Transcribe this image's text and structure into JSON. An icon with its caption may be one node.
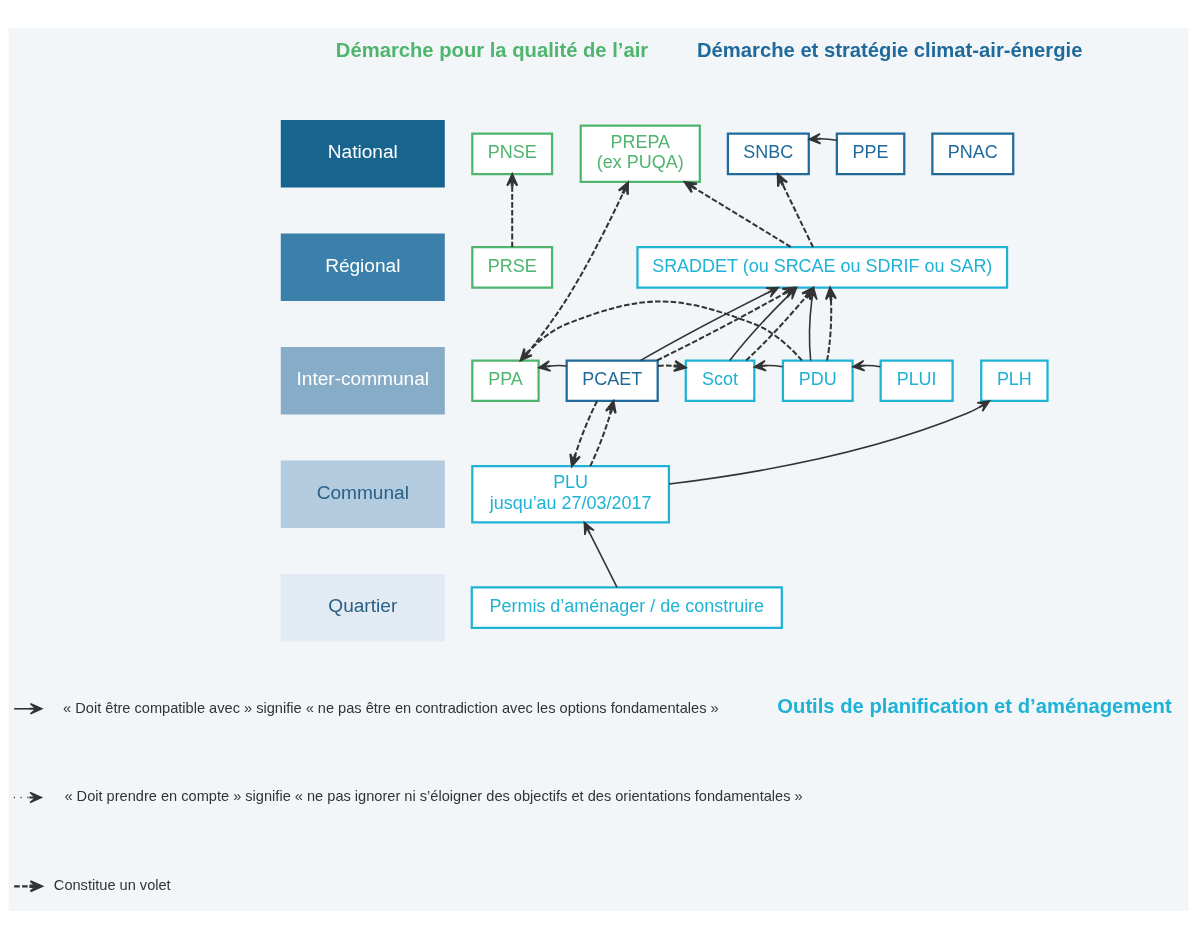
{
  "diagram": {
    "nodes": [
      {
        "text": [
          "National"
        ]
      },
      {
        "text": [
          "Régional"
        ]
      },
      {
        "text": [
          "Inter-communal"
        ]
      },
      {
        "text": [
          "Communal"
        ]
      },
      {
        "text": [
          "Quartier"
        ]
      },
      {
        "text": [
          "PNSE"
        ]
      },
      {
        "text": [
          "PREPA",
          "(ex PUQA)"
        ]
      },
      {
        "text": [
          "SNBC"
        ]
      },
      {
        "text": [
          "PPE"
        ]
      },
      {
        "text": [
          "PNAC"
        ]
      },
      {
        "text": [
          "PRSE"
        ]
      },
      {
        "text": [
          "SRADDET (ou SRCAE ou SDRIF ou SAR)"
        ]
      },
      {
        "text": [
          "PPA"
        ]
      },
      {
        "text": [
          "PCAET"
        ]
      },
      {
        "text": [
          "Scot"
        ]
      },
      {
        "text": [
          "PDU"
        ]
      },
      {
        "text": [
          "PLUI"
        ]
      },
      {
        "text": [
          "PLH"
        ]
      },
      {
        "text": [
          "PLU",
          "jusqu’au 27/03/2017"
        ]
      },
      {
        "text": [
          "Permis d’aménager / de construire"
        ]
      }
    ],
    "edges": [
      {
        "from": 10,
        "to": 5,
        "arrow": "to",
        "style": "dashed"
      },
      {
        "from": 12,
        "to": 6,
        "arrow": "to",
        "style": "dashed"
      },
      {
        "from": 11,
        "to": 6,
        "arrow": "to",
        "style": "dashed"
      },
      {
        "from": 11,
        "to": 7,
        "arrow": "to",
        "style": "dashed"
      },
      {
        "from": 8,
        "to": 7,
        "arrow": "to"
      },
      {
        "from": 13,
        "to": 11,
        "arrow": "to"
      },
      {
        "from": 13,
        "to": 11,
        "arrow": "to",
        "style": "dashed"
      },
      {
        "from": 14,
        "to": 11,
        "arrow": "to"
      },
      {
        "from": 14,
        "to": 11,
        "arrow": "to",
        "style": "dashed"
      },
      {
        "from": 15,
        "to": 11,
        "arrow": "to"
      },
      {
        "from": 15,
        "to": 11,
        "arrow": "to",
        "style": "dashed"
      },
      {
        "from": 13,
        "to": 12,
        "arrow": "to"
      },
      {
        "from": 13,
        "to": 14,
        "arrow": "to",
        "style": "dashed"
      },
      {
        "from": 15,
        "to": 14,
        "arrow": "to"
      },
      {
        "from": 16,
        "to": 15,
        "arrow": "to"
      },
      {
        "from": 15,
        "to": 12,
        "arrow": "to",
        "style": "dashed"
      },
      {
        "from": 13,
        "to": 18,
        "arrow": "to",
        "style": "dashed"
      },
      {
        "from": 18,
        "to": 13,
        "arrow": "to",
        "style": "dashed"
      },
      {
        "from": 18,
        "to": 17,
        "arrow": "to"
      },
      {
        "from": 19,
        "to": 18,
        "arrow": "to"
      }
    ],
    "labels": [
      "Démarche pour la qualité de l’air",
      "Démarche et stratégie climat-air-énergie",
      "Outils de planification et d’aménagement"
    ],
    "legend": [
      {
        "text": "« Doit être compatible avec » signifie « ne pas être en contradiction avec les options fondamentales »"
      },
      {
        "text": "« Doit prendre en compte » signifie « ne pas ignorer ni s’éloigner des objectifs et des orientations fondamentales »"
      },
      {
        "text": "Constitue un volet"
      }
    ]
  }
}
